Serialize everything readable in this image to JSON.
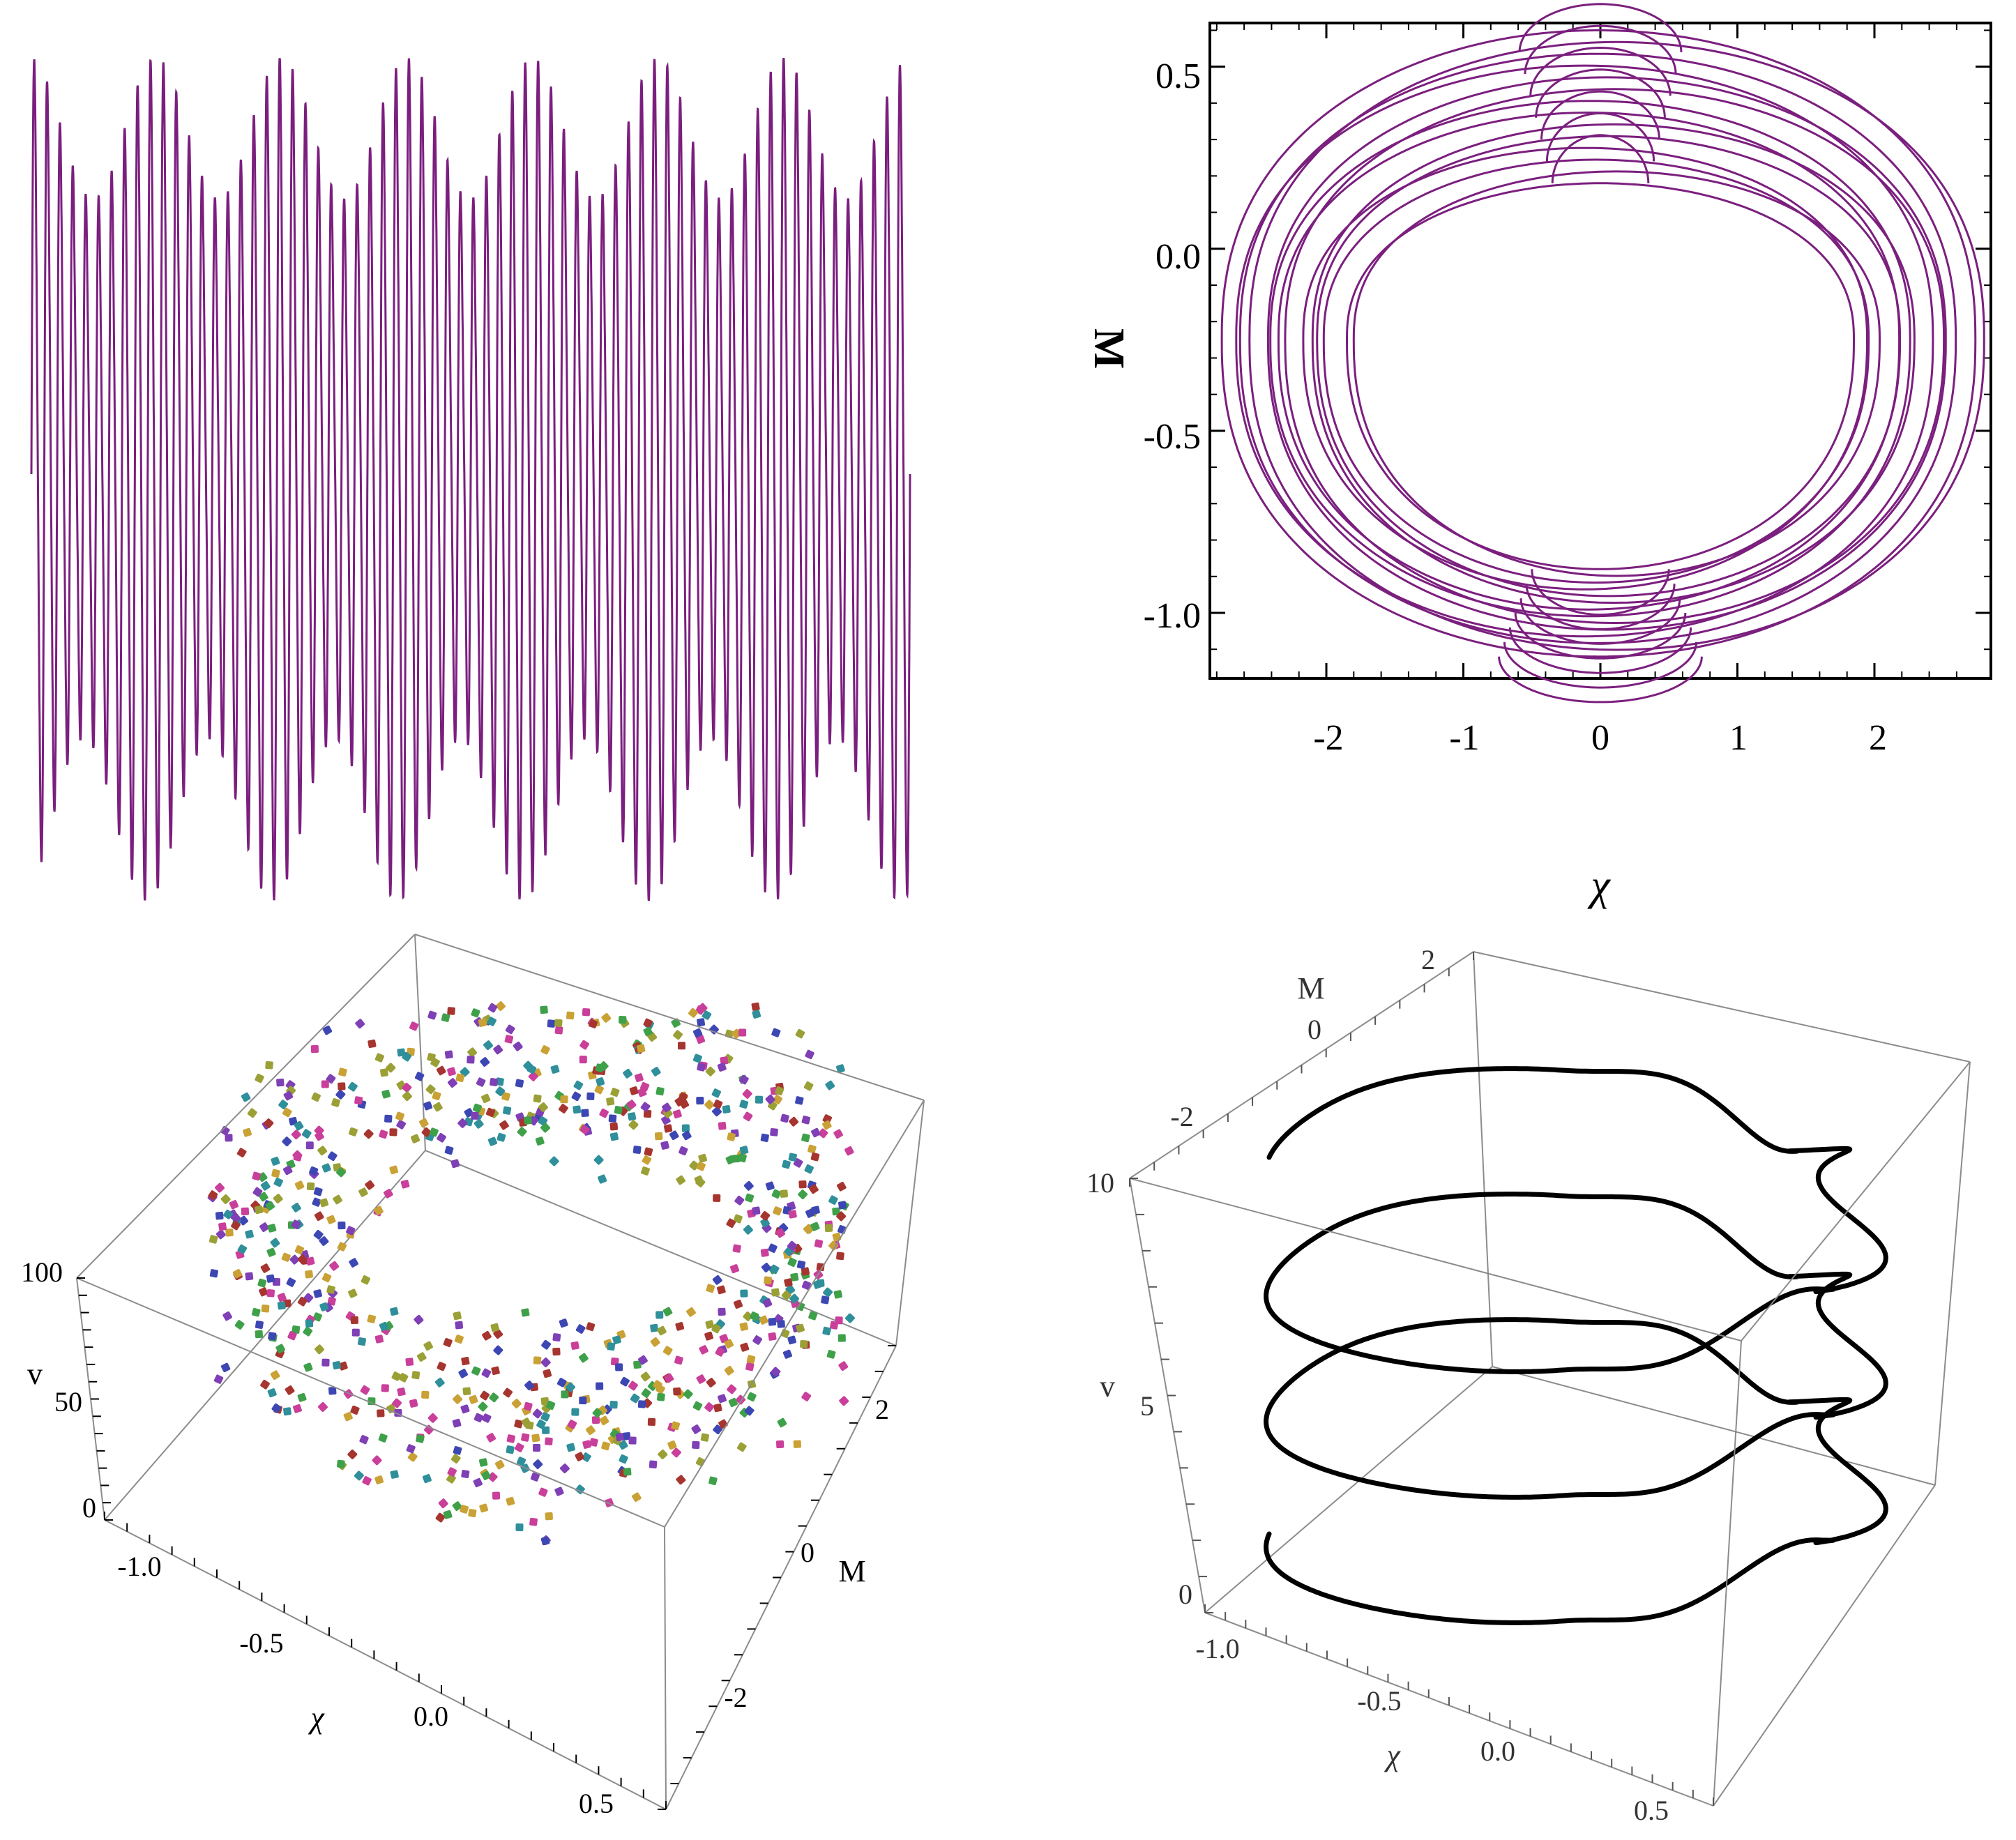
{
  "colors": {
    "trajectory": "#7b1f7e",
    "curve3d": "#000000",
    "box_edge": "#8c8c8c",
    "frame": "#000000",
    "point_palette": [
      "#c93f9a",
      "#3d47b3",
      "#3fa04a",
      "#9aa035",
      "#a6352f",
      "#7f3fb5",
      "#2f8f9a",
      "#c9a135"
    ]
  },
  "chart_data": [
    {
      "id": "time-series",
      "type": "line",
      "title": "",
      "xlabel": "",
      "ylabel": "",
      "axes_shown": false,
      "frame_shown": false,
      "description_of_signal": {
        "carrier_period_samples": 1,
        "carrier_cycles": 68,
        "envelope_cycles": 7,
        "ylim": [
          -1.2,
          1.2
        ],
        "envelope_max": 1.14,
        "envelope_min": 0.72,
        "offset_modulation": 0.05
      }
    },
    {
      "id": "phase-portrait",
      "type": "line",
      "title": "",
      "xlabel": "χ",
      "ylabel": "M",
      "xlim": [
        -2.85,
        2.85
      ],
      "ylim": [
        -1.18,
        0.62
      ],
      "xticks": [
        "-2",
        "-1",
        "0",
        "1",
        "2"
      ],
      "xtick_values": [
        -2,
        -1,
        0,
        1,
        2
      ],
      "yticks": [
        "0.5",
        "0.0",
        "-0.5",
        "-1.0"
      ],
      "ytick_values": [
        0.5,
        0.0,
        -0.5,
        -1.0
      ],
      "grid": false,
      "loops": 14,
      "chi_amplitude_range": [
        1.85,
        2.75
      ],
      "m_top_range": [
        0.18,
        0.6
      ],
      "m_bottom_range": [
        -0.88,
        -1.12
      ]
    },
    {
      "id": "scatter-3d",
      "type": "scatter",
      "title": "",
      "axis_labels": {
        "x": "χ",
        "y": "M",
        "z": "v"
      },
      "x_ticks": [
        "-1.0",
        "-0.5",
        "0.0",
        "0.5"
      ],
      "y_ticks": [
        "2",
        "0",
        "-2"
      ],
      "z_ticks": [
        "100",
        "50",
        "0"
      ],
      "xlim": [
        -1.1,
        0.6
      ],
      "ylim": [
        -3,
        3
      ],
      "zlim": [
        0,
        100
      ],
      "point_count": 900,
      "grid": false
    },
    {
      "id": "curve-3d",
      "type": "line",
      "title": "",
      "axis_labels": {
        "x": "χ",
        "y": "M",
        "z": "v"
      },
      "x_ticks": [
        "-1.0",
        "-0.5",
        "0.0",
        "0.5"
      ],
      "y_ticks": [
        "2",
        "0",
        "-2"
      ],
      "z_ticks": [
        "10",
        "5",
        "0"
      ],
      "xlim": [
        -1.1,
        0.6
      ],
      "ylim": [
        -3,
        3
      ],
      "zlim": [
        0,
        10
      ],
      "turns": 3,
      "grid": false
    }
  ]
}
